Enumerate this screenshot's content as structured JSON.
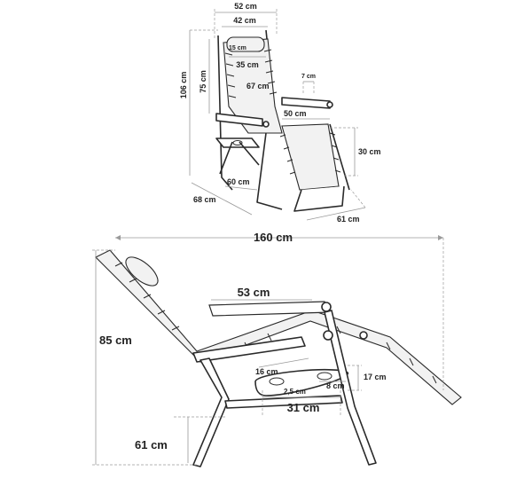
{
  "top_view": {
    "width_outer": "52 cm",
    "width_inner": "42 cm",
    "headrest_height": "15 cm",
    "headrest_width": "35 cm",
    "total_height": "106 cm",
    "back_height": "75 cm",
    "cup_hole": "7 cm",
    "backrest_width": "67 cm",
    "armrest_length": "50 cm",
    "seat_height": "30 cm",
    "depth_front": "60 cm",
    "depth_side": "68 cm",
    "base_width": "61 cm"
  },
  "side_view": {
    "total_length": "160 cm",
    "total_height": "85 cm",
    "armrest_length": "53 cm",
    "tray_depth": "16 cm",
    "tray_height": "17 cm",
    "cup_holder_gap": "2,5 cm",
    "cup_holder_size": "8 cm",
    "tray_width": "31 cm",
    "seat_height": "61 cm"
  }
}
